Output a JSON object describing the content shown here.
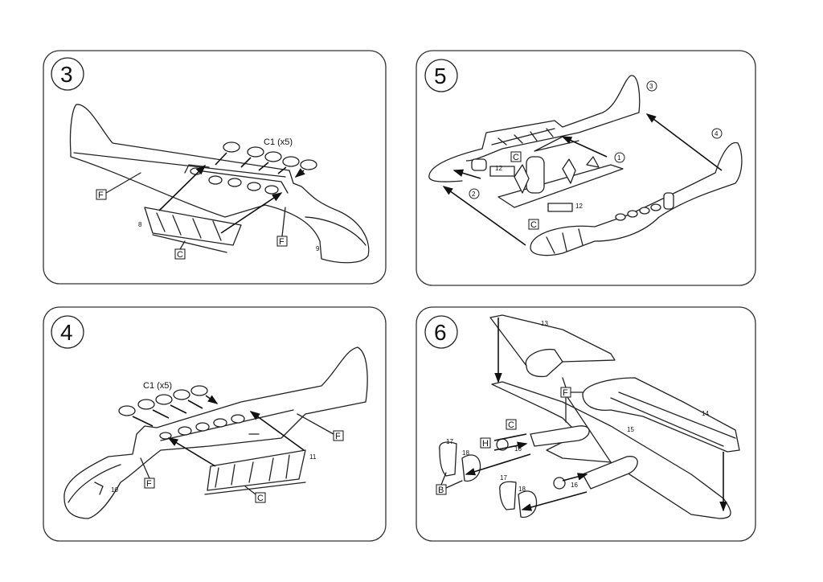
{
  "steps": {
    "s3": {
      "number": "3",
      "window_part": "C1 (x5)",
      "fuselage_part_a": "F",
      "fuselage_part_b": "F",
      "part_8": "8",
      "part_9": "9",
      "frame_part": "C"
    },
    "s4": {
      "number": "4",
      "window_part": "C1 (x5)",
      "fuselage_part_a": "F",
      "fuselage_part_b": "F",
      "part_10": "10",
      "part_11": "11",
      "frame_part": "C"
    },
    "s5": {
      "number": "5",
      "sub1": "1",
      "sub2": "2",
      "sub3": "3",
      "sub4": "4",
      "part_c_a": "C",
      "part_c_b": "C",
      "part_12_a": "12",
      "part_12_b": "12"
    },
    "s6": {
      "number": "6",
      "part_13": "13",
      "part_14": "14",
      "part_15": "15",
      "part_f": "F",
      "part_c": "C",
      "part_h": "H",
      "part_b": "B",
      "part_17_a": "17",
      "part_17_b": "17",
      "part_18_a": "18",
      "part_18_b": "18",
      "part_16_a": "16",
      "part_16_b": "16"
    }
  }
}
